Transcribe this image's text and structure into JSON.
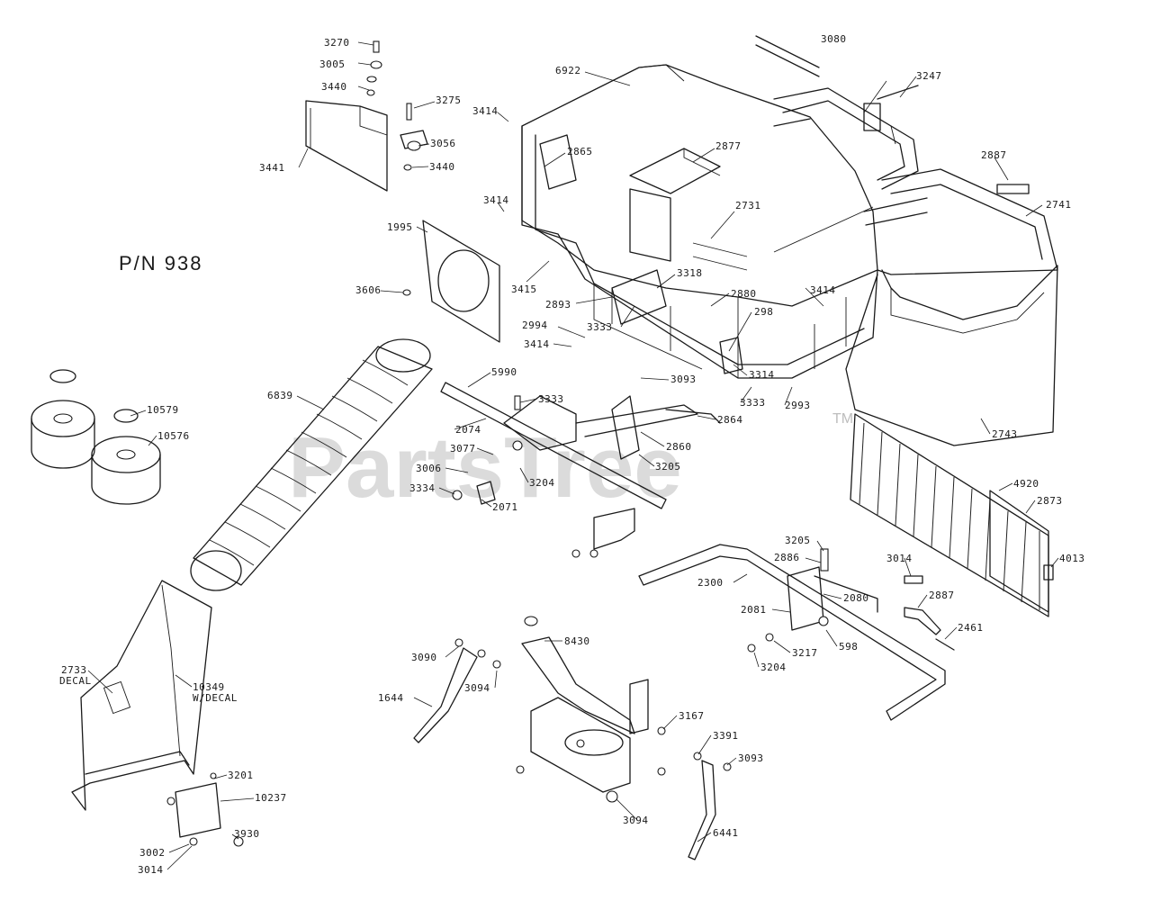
{
  "diagram": {
    "model_label": "P/N 938",
    "watermark": "PartsTree",
    "watermark_tm": "TM",
    "callouts": [
      {
        "id": "c3270",
        "text": "3270"
      },
      {
        "id": "c3005",
        "text": "3005"
      },
      {
        "id": "c3440",
        "text": "3440"
      },
      {
        "id": "c3441",
        "text": "3441"
      },
      {
        "id": "c3275",
        "text": "3275"
      },
      {
        "id": "c3056",
        "text": "3056"
      },
      {
        "id": "c3440b",
        "text": "3440"
      },
      {
        "id": "c6922",
        "text": "6922"
      },
      {
        "id": "c3414a",
        "text": "3414"
      },
      {
        "id": "c2865",
        "text": "2865"
      },
      {
        "id": "c3414b",
        "text": "3414"
      },
      {
        "id": "c3080",
        "text": "3080"
      },
      {
        "id": "c3247",
        "text": "3247"
      },
      {
        "id": "c2877",
        "text": "2877"
      },
      {
        "id": "c2887",
        "text": "2887"
      },
      {
        "id": "c2741",
        "text": "2741"
      },
      {
        "id": "c2731",
        "text": "2731"
      },
      {
        "id": "c1995",
        "text": "1995"
      },
      {
        "id": "c3606",
        "text": "3606"
      },
      {
        "id": "c3415",
        "text": "3415"
      },
      {
        "id": "c2893",
        "text": "2893"
      },
      {
        "id": "c3318",
        "text": "3318"
      },
      {
        "id": "c2880",
        "text": "2880"
      },
      {
        "id": "c3414c",
        "text": "3414"
      },
      {
        "id": "c298",
        "text": "298"
      },
      {
        "id": "c2994",
        "text": "2994"
      },
      {
        "id": "c3333a",
        "text": "3333"
      },
      {
        "id": "c3414d",
        "text": "3414"
      },
      {
        "id": "c3314",
        "text": "3314"
      },
      {
        "id": "c3333b",
        "text": "3333"
      },
      {
        "id": "c2993",
        "text": "2993"
      },
      {
        "id": "c5990",
        "text": "5990"
      },
      {
        "id": "c3093a",
        "text": "3093"
      },
      {
        "id": "c3333c",
        "text": "3333"
      },
      {
        "id": "c6839",
        "text": "6839"
      },
      {
        "id": "c10579",
        "text": "10579"
      },
      {
        "id": "c10576",
        "text": "10576"
      },
      {
        "id": "c2074",
        "text": "2074"
      },
      {
        "id": "c2864",
        "text": "2864"
      },
      {
        "id": "c2860",
        "text": "2860"
      },
      {
        "id": "c2743",
        "text": "2743"
      },
      {
        "id": "c3077",
        "text": "3077"
      },
      {
        "id": "c3006",
        "text": "3006"
      },
      {
        "id": "c3334",
        "text": "3334"
      },
      {
        "id": "c3204a",
        "text": "3204"
      },
      {
        "id": "c3205a",
        "text": "3205"
      },
      {
        "id": "c2071",
        "text": "2071"
      },
      {
        "id": "c4920",
        "text": "4920"
      },
      {
        "id": "c2873",
        "text": "2873"
      },
      {
        "id": "c3205b",
        "text": "3205"
      },
      {
        "id": "c2886",
        "text": "2886"
      },
      {
        "id": "c3014",
        "text": "3014"
      },
      {
        "id": "c4013",
        "text": "4013"
      },
      {
        "id": "c2300",
        "text": "2300"
      },
      {
        "id": "c2080",
        "text": "2080"
      },
      {
        "id": "c2887b",
        "text": "2887"
      },
      {
        "id": "c2081",
        "text": "2081"
      },
      {
        "id": "c2461",
        "text": "2461"
      },
      {
        "id": "c3217",
        "text": "3217"
      },
      {
        "id": "c598",
        "text": "598"
      },
      {
        "id": "c3204b",
        "text": "3204"
      },
      {
        "id": "c8430",
        "text": "8430"
      },
      {
        "id": "c3090",
        "text": "3090"
      },
      {
        "id": "c3094a",
        "text": "3094"
      },
      {
        "id": "c2733",
        "text": "2733"
      },
      {
        "id": "c2733sub",
        "text": "DECAL"
      },
      {
        "id": "c10349",
        "text": "10349"
      },
      {
        "id": "c10349sub",
        "text": "W/DECAL"
      },
      {
        "id": "c1644",
        "text": "1644"
      },
      {
        "id": "c3167",
        "text": "3167"
      },
      {
        "id": "c3391",
        "text": "3391"
      },
      {
        "id": "c3093b",
        "text": "3093"
      },
      {
        "id": "c3201",
        "text": "3201"
      },
      {
        "id": "c10237",
        "text": "10237"
      },
      {
        "id": "c3930",
        "text": "3930"
      },
      {
        "id": "c3094b",
        "text": "3094"
      },
      {
        "id": "c6441",
        "text": "6441"
      },
      {
        "id": "c3002",
        "text": "3002"
      },
      {
        "id": "c3014b",
        "text": "3014"
      }
    ]
  }
}
